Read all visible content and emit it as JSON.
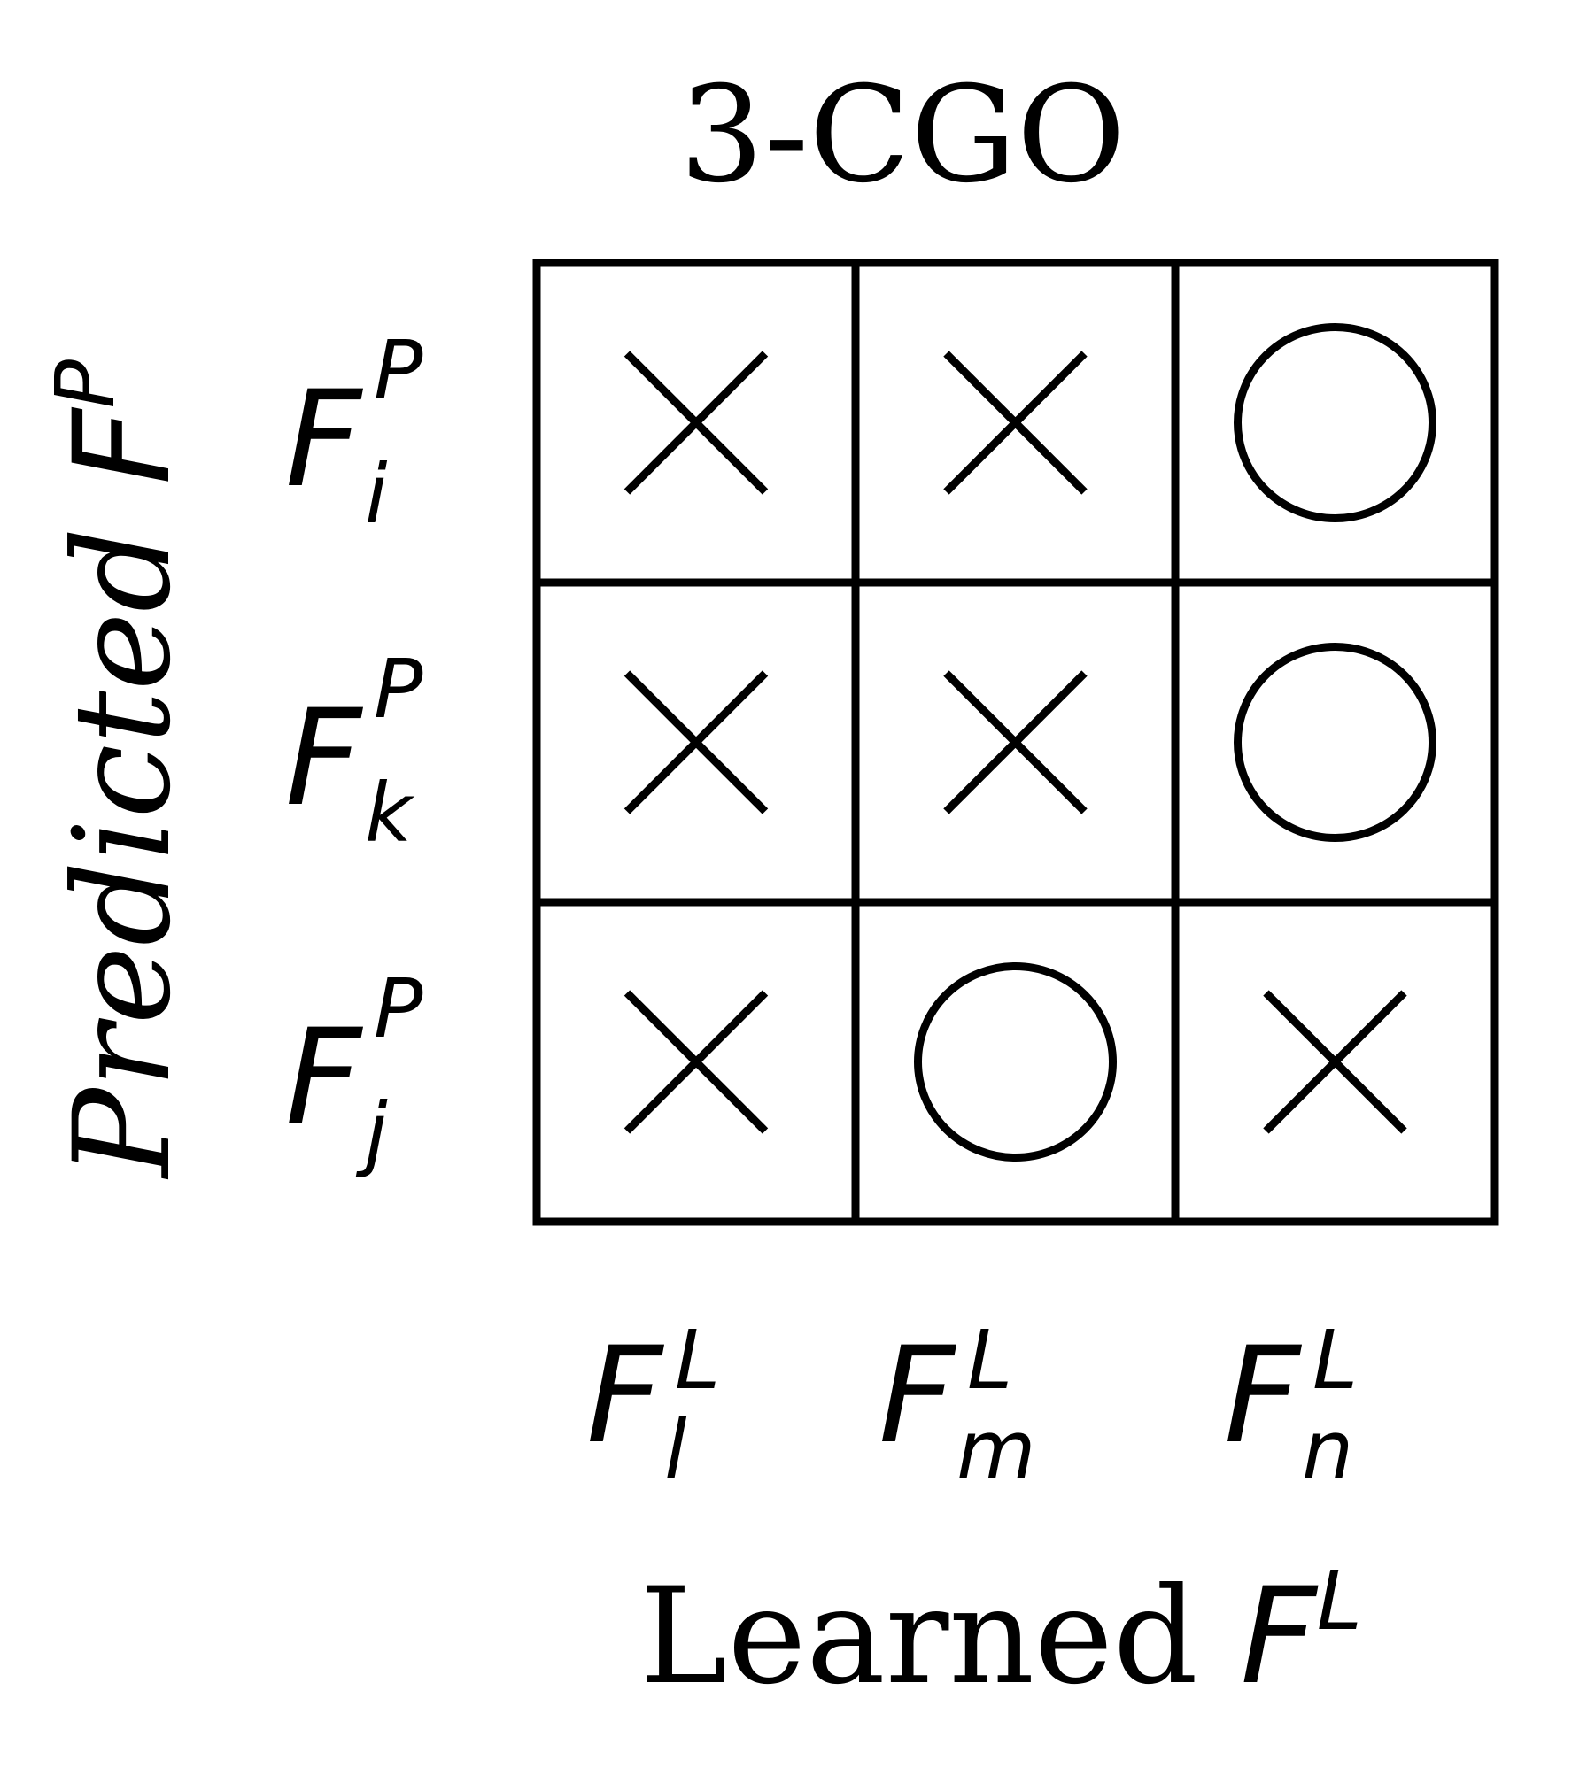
{
  "title": "3-CGO",
  "y_axis": {
    "label_text": "Predicted ",
    "label_symbol": "F",
    "label_sup": "P"
  },
  "x_axis": {
    "label_text": "Learned ",
    "label_symbol": "F",
    "label_sup": "L"
  },
  "rows": [
    {
      "symbol": "F",
      "sup": "P",
      "sub": "i"
    },
    {
      "symbol": "F",
      "sup": "P",
      "sub": "k"
    },
    {
      "symbol": "F",
      "sup": "P",
      "sub": "j"
    }
  ],
  "columns": [
    {
      "symbol": "F",
      "sup": "L",
      "sub": "l"
    },
    {
      "symbol": "F",
      "sup": "L",
      "sub": "m"
    },
    {
      "symbol": "F",
      "sup": "L",
      "sub": "n"
    }
  ],
  "cells": [
    [
      "cross",
      "cross",
      "circle"
    ],
    [
      "cross",
      "cross",
      "circle"
    ],
    [
      "cross",
      "circle",
      "cross"
    ]
  ]
}
